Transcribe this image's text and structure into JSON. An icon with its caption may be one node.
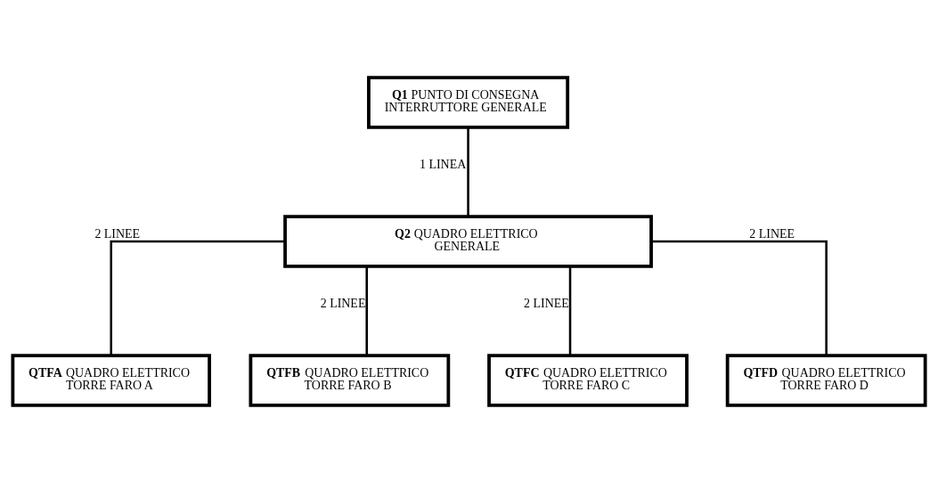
{
  "diagram": {
    "nodes": [
      {
        "text": [
          "**Q1** PUNTO DI CONSEGNA INTERRUTTORE GENERALE"
        ]
      },
      {
        "text": [
          "**Q2** QUADRO ELETTRICO GENERALE"
        ]
      },
      {
        "text": [
          "**QTFA** QUADRO ELETTRICO TORRE FARO A"
        ]
      },
      {
        "text": [
          "**QTFB** QUADRO ELETTRICO TORRE FARO B"
        ]
      },
      {
        "text": [
          "**QTFC** QUADRO ELETTRICO TORRE FARO C"
        ]
      },
      {
        "text": [
          "**QTFD** QUADRO ELETTRICO TORRE FARO D"
        ]
      }
    ],
    "edges": [
      {
        "from": 0,
        "to": 1,
        "arrow": "none",
        "label": "1 LINEA"
      },
      {
        "from": 1,
        "to": 2,
        "arrow": "none",
        "label": "2 LINEE"
      },
      {
        "from": 1,
        "to": 3,
        "arrow": "none",
        "label": "2 LINEE"
      },
      {
        "from": 1,
        "to": 4,
        "arrow": "none",
        "label": "2 LINEE"
      },
      {
        "from": 1,
        "to": 5,
        "arrow": "none",
        "label": "2 LINEE"
      }
    ]
  }
}
